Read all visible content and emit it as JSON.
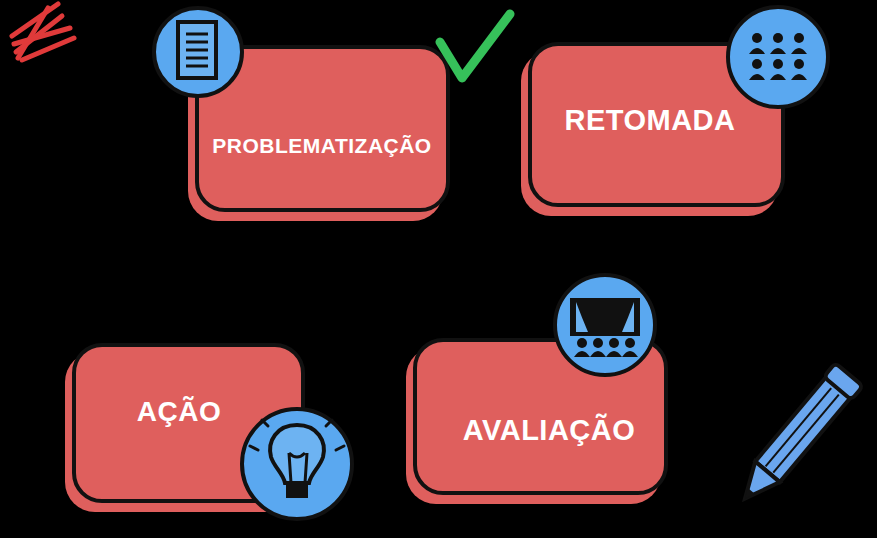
{
  "diagram": {
    "nodes": [
      {
        "text": [
          "PROBLEMATIZAÇÃO"
        ]
      },
      {
        "text": [
          "RETOMADA"
        ]
      },
      {
        "text": [
          "AÇÃO"
        ]
      },
      {
        "text": [
          "AVALIAÇÃO"
        ]
      }
    ]
  }
}
